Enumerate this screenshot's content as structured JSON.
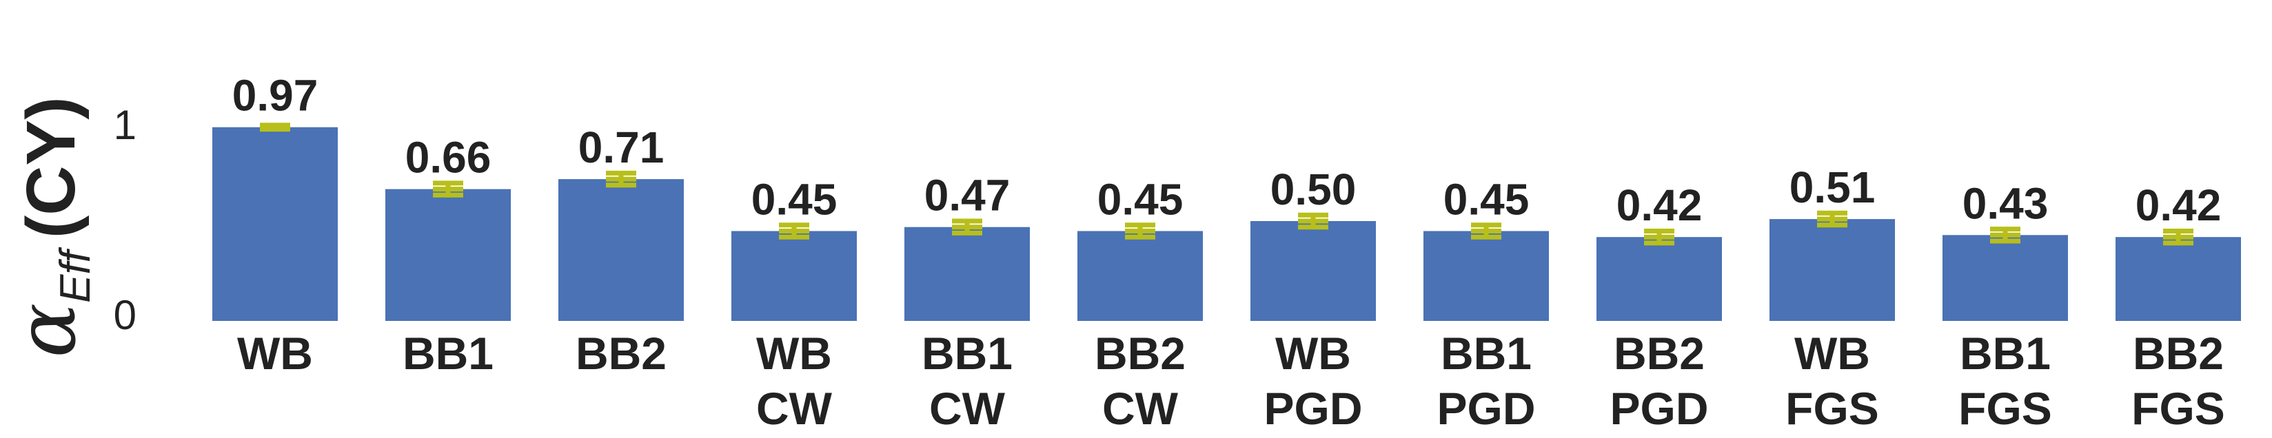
{
  "chart_data": {
    "type": "bar",
    "categories": [
      [
        "WB"
      ],
      [
        "BB1"
      ],
      [
        "BB2"
      ],
      [
        "WB",
        "CW"
      ],
      [
        "BB1",
        "CW"
      ],
      [
        "BB2",
        "CW"
      ],
      [
        "WB",
        "PGD"
      ],
      [
        "BB1",
        "PGD"
      ],
      [
        "BB2",
        "PGD"
      ],
      [
        "WB",
        "FGS"
      ],
      [
        "BB1",
        "FGS"
      ],
      [
        "BB2",
        "FGS"
      ]
    ],
    "values": [
      0.97,
      0.66,
      0.71,
      0.45,
      0.47,
      0.45,
      0.5,
      0.45,
      0.42,
      0.51,
      0.43,
      0.42
    ],
    "value_labels": [
      "0.97",
      "0.66",
      "0.71",
      "0.45",
      "0.47",
      "0.45",
      "0.50",
      "0.45",
      "0.42",
      "0.51",
      "0.43",
      "0.42"
    ],
    "errors": [
      0.01,
      0.03,
      0.03,
      0.03,
      0.03,
      0.03,
      0.03,
      0.03,
      0.03,
      0.03,
      0.03,
      0.03
    ],
    "ylabel": {
      "symbol": "α",
      "subscript": "Eff",
      "suffix": "(CY)"
    },
    "yticks": [
      0,
      1
    ],
    "ytick_labels": [
      "0",
      "1"
    ],
    "ylim": [
      0,
      1.22
    ],
    "grid": false,
    "colors": {
      "bar": "#4a72b5",
      "error": "#b8bf1a",
      "text": "#222222"
    }
  }
}
